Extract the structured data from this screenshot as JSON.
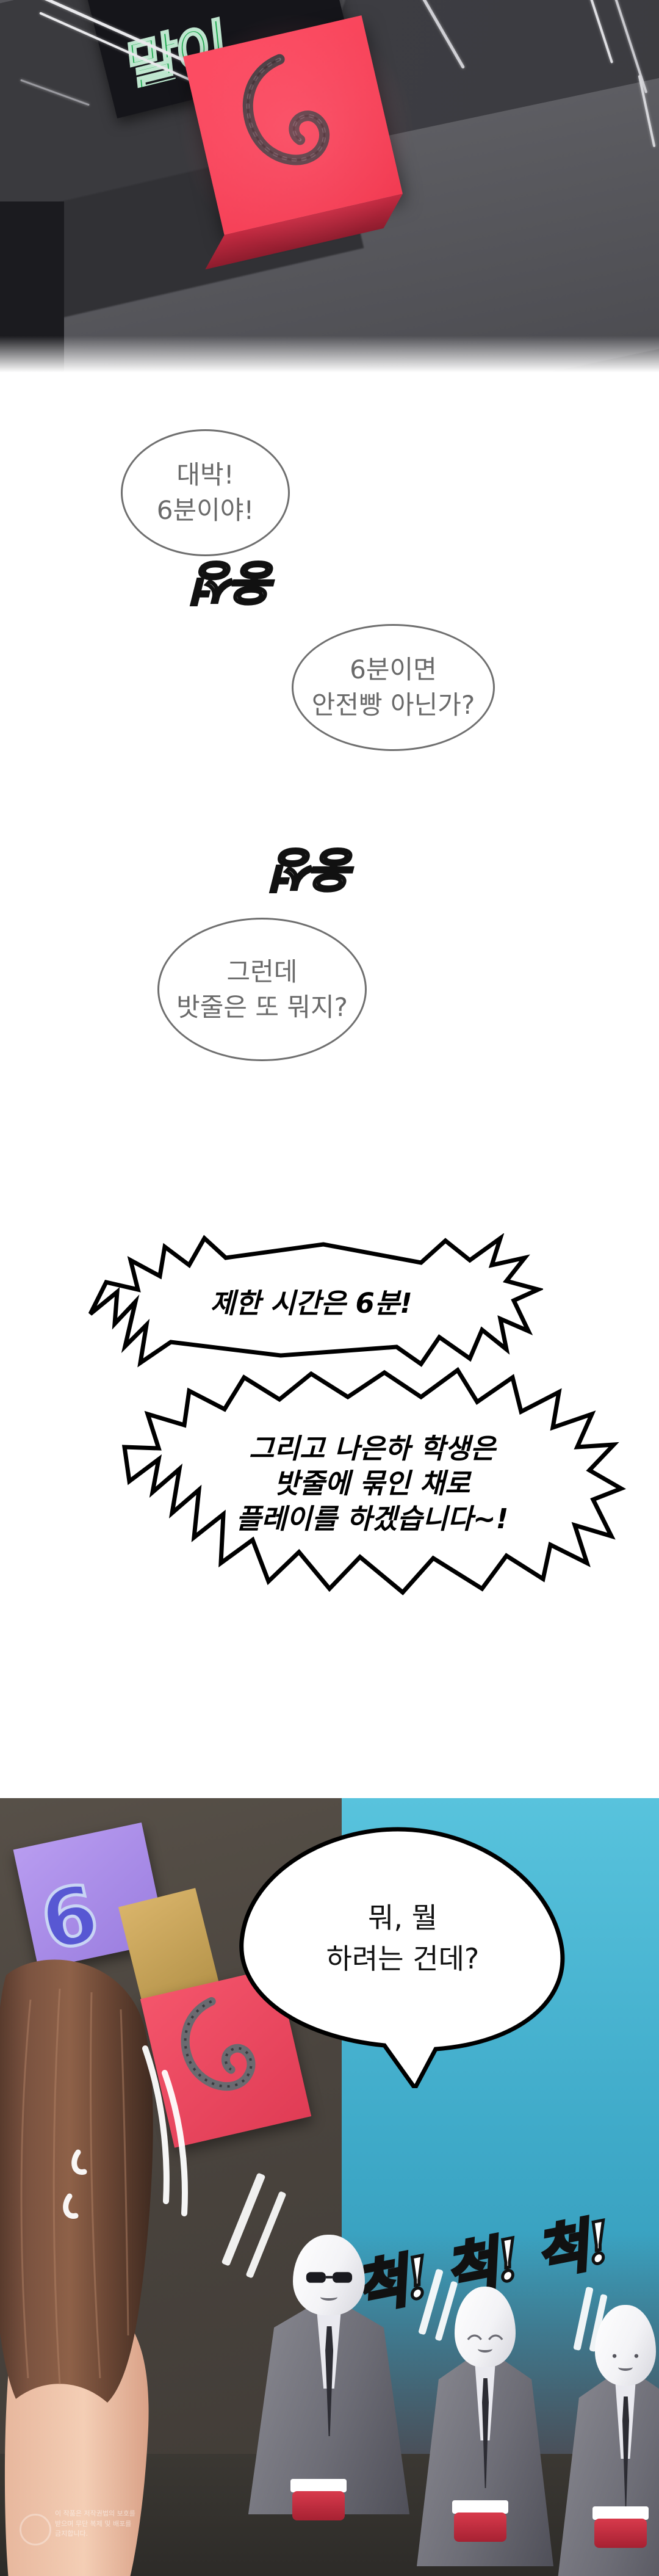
{
  "meta": {
    "kind": "webtoon-page",
    "language": "ko",
    "palette": {
      "bubble_outline_grey": "#6f6f6f",
      "bubble_text_grey": "#6a6a6a",
      "shout_text_black": "#000000",
      "box_red": "#f23b52",
      "panel_green_text": "#19a84b",
      "wall_teal": "#3ea9c8",
      "card_purple": "#9a7ddf",
      "glove_red": "#c02b3e",
      "hair_brown": "#6b4a3a"
    }
  },
  "panel1": {
    "name": "red-gift-box-with-rope",
    "black_card_glyph": "말이",
    "box_icon": "rope-coil-icon",
    "floor_icon": "studio-floor"
  },
  "bubbles": [
    {
      "id": "bubble-1",
      "text": "대박!\n6분이야!",
      "style": "crowd-murmur-oval"
    },
    {
      "id": "bubble-2",
      "text": "6분이면\n안전빵 아닌가?",
      "style": "crowd-murmur-oval"
    },
    {
      "id": "bubble-3",
      "text": "그런데\n밧줄은 또 뭐지?",
      "style": "crowd-murmur-oval"
    }
  ],
  "sound_effects": [
    {
      "id": "sfx-murmur-1",
      "text": "웅성",
      "rotated": "180deg"
    },
    {
      "id": "sfx-murmur-2",
      "text": "웅성",
      "rotated": "180deg"
    },
    {
      "id": "sfx-step",
      "text": "척! 척! 척!",
      "rotated": "-11deg"
    }
  ],
  "shouts": [
    {
      "id": "shout-1",
      "text": "제한 시간은 6분!"
    },
    {
      "id": "shout-2",
      "text": "그리고 나은하 학생은\n밧줄에 묶인 채로\n플레이를 하겠습니다~!"
    }
  ],
  "panel2": {
    "name": "stage-scene",
    "speech": {
      "id": "bubble-4",
      "text": "뭐, 뭘\n하려는 건데?"
    },
    "cards": {
      "purple_number": "6",
      "red_icon": "rope-coil-icon"
    },
    "characters": [
      {
        "id": "girl-back-view",
        "label": "long-haired-girl"
      },
      {
        "id": "masked-man-1",
        "label": "masked-man-sunglasses"
      },
      {
        "id": "masked-man-2",
        "label": "masked-man-smiling"
      },
      {
        "id": "masked-man-3",
        "label": "masked-man-plain"
      }
    ]
  },
  "watermark": {
    "line1": "이 작품은 저작권법의 보호를",
    "line2": "받으며 무단 복제 및 배포를",
    "line3": "금지합니다."
  }
}
